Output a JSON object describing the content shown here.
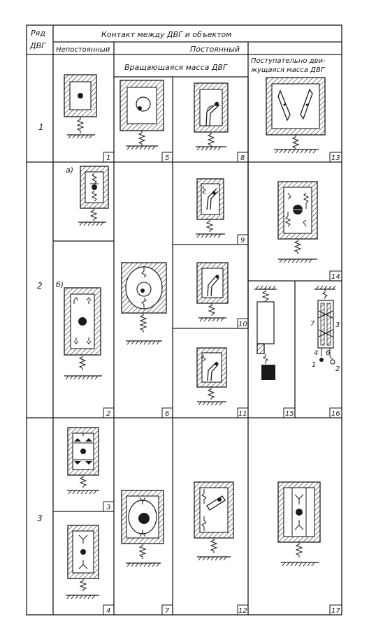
{
  "header": {
    "corner_line1": "Ряд",
    "corner_line2": "ДВГ",
    "contact": "Контакт между ДВГ и объектом",
    "nonconstant": "Непостоянный",
    "constant": "Постоянный",
    "rotating": "Вращающаяся масса ДВГ",
    "translating_line1": "Поступательно дви-",
    "translating_line2": "жущаяся масса ДВГ"
  },
  "rows": [
    "1",
    "2",
    "3"
  ],
  "sublabels": {
    "a": "а)",
    "b": "б)"
  },
  "cells": [
    "1",
    "2",
    "3",
    "4",
    "5",
    "6",
    "7",
    "8",
    "9",
    "10",
    "11",
    "12",
    "13",
    "14",
    "15",
    "16",
    "17"
  ],
  "cell16_labels": {
    "n7": "7",
    "n3": "3",
    "n4": "4",
    "n6": "6",
    "n1": "1",
    "n2": "2"
  }
}
